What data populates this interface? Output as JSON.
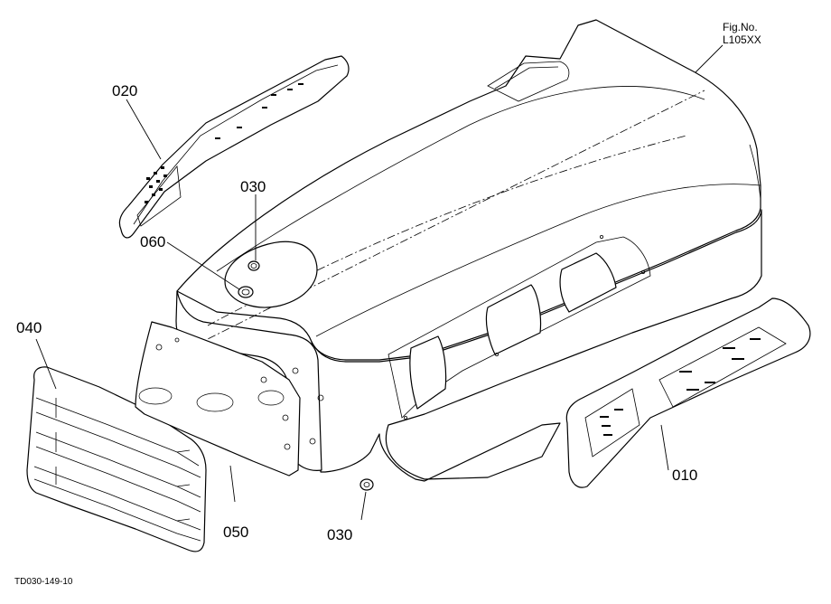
{
  "figure": {
    "fig_no_label": "Fig.No.",
    "fig_no_value": "L105XX",
    "drawing_id": "TD030-149-10"
  },
  "callouts": {
    "c010": "010",
    "c020": "020",
    "c030_top": "030",
    "c030_bottom": "030",
    "c040": "040",
    "c050": "050",
    "c060": "060"
  }
}
